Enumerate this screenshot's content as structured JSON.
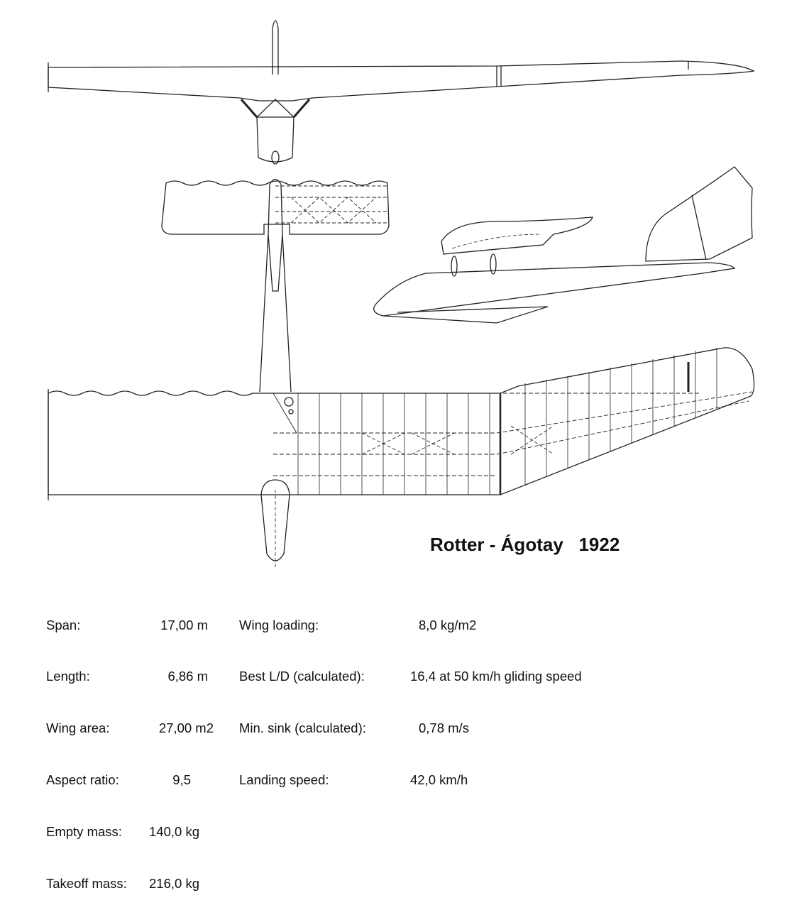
{
  "title": "Rotter - Ágotay   1922",
  "specs_left": [
    {
      "label": "Span:",
      "value": "17,00 m"
    },
    {
      "label": "Length:",
      "value": "6,86 m"
    },
    {
      "label": "Wing area:",
      "value": "27,00 m2"
    },
    {
      "label": "Aspect ratio:",
      "value": "9,5"
    },
    {
      "label": "Empty mass:",
      "value": "140,0 kg"
    },
    {
      "label": "Takeoff mass:",
      "value": "216,0 kg"
    }
  ],
  "specs_right": [
    {
      "label": "Wing loading:",
      "value": "8,0 kg/m2"
    },
    {
      "label": "Best L/D (calculated):",
      "value": "16,4 at 50 km/h gliding speed"
    },
    {
      "label": "Min. sink (calculated):",
      "value": "0,78 m/s"
    },
    {
      "label": "Landing speed:",
      "value": "42,0 km/h"
    }
  ],
  "line_color": "#222222"
}
